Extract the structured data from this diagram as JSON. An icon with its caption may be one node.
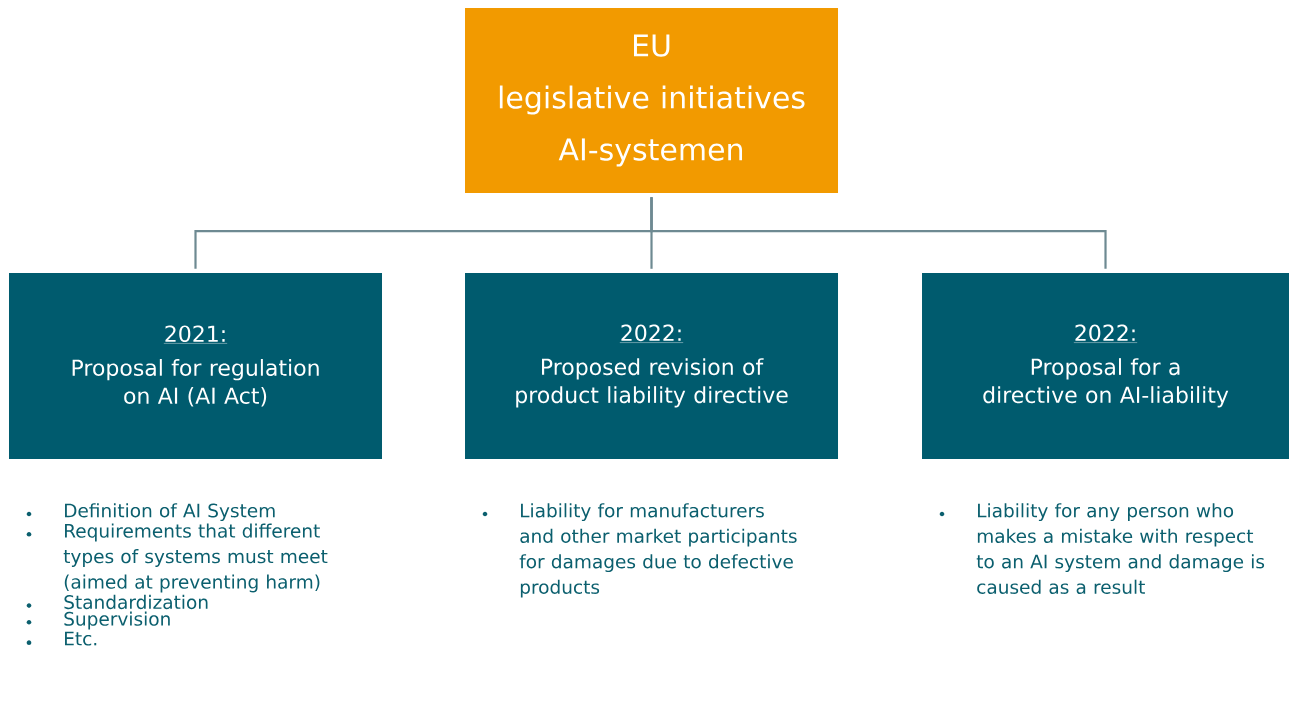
{
  "diagram": {
    "nodes": [
      {
        "text": [
          "EU",
          "legislative initiatives",
          "AI-systemen"
        ]
      },
      {
        "text": [
          "2021:",
          "Proposal for regulation on AI (AI Act)"
        ],
        "beside": [
          "Definition of AI System",
          "Requirements that different types of systems must meet (aimed at preventing harm)",
          "Standardization",
          "Supervision",
          "Etc."
        ]
      },
      {
        "text": [
          "2022:",
          "Proposed revision of product liability directive"
        ],
        "beside": [
          "Liability for manufacturers and other market participants for damages due to defective products"
        ]
      },
      {
        "text": [
          "2022:",
          "Proposal for a directive on AI-liability"
        ],
        "beside": [
          "Liability for any person who makes a mistake with respect to an AI system and damage is caused as a result"
        ]
      }
    ],
    "edges": [
      {
        "from": 0,
        "to": 1,
        "arrow": "none"
      },
      {
        "from": 0,
        "to": 2,
        "arrow": "none"
      },
      {
        "from": 0,
        "to": 3,
        "arrow": "none"
      }
    ]
  }
}
